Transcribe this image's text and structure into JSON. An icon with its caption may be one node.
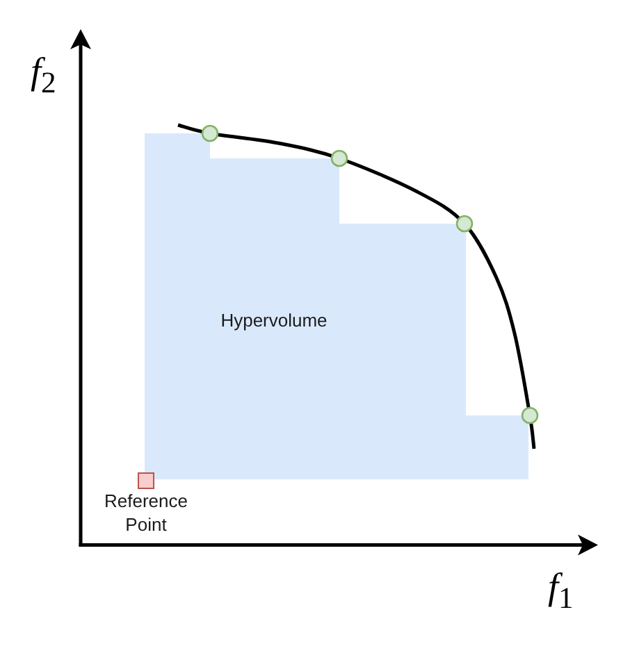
{
  "diagram": {
    "nodes": [
      {
        "text": [
          "Hypervolume"
        ]
      },
      {
        "text": [],
        "shape": "box",
        "beside": [
          "Reference Point"
        ]
      }
    ],
    "labels": [
      "*f*$_{2}$",
      "*f*$_{1}$"
    ]
  }
}
